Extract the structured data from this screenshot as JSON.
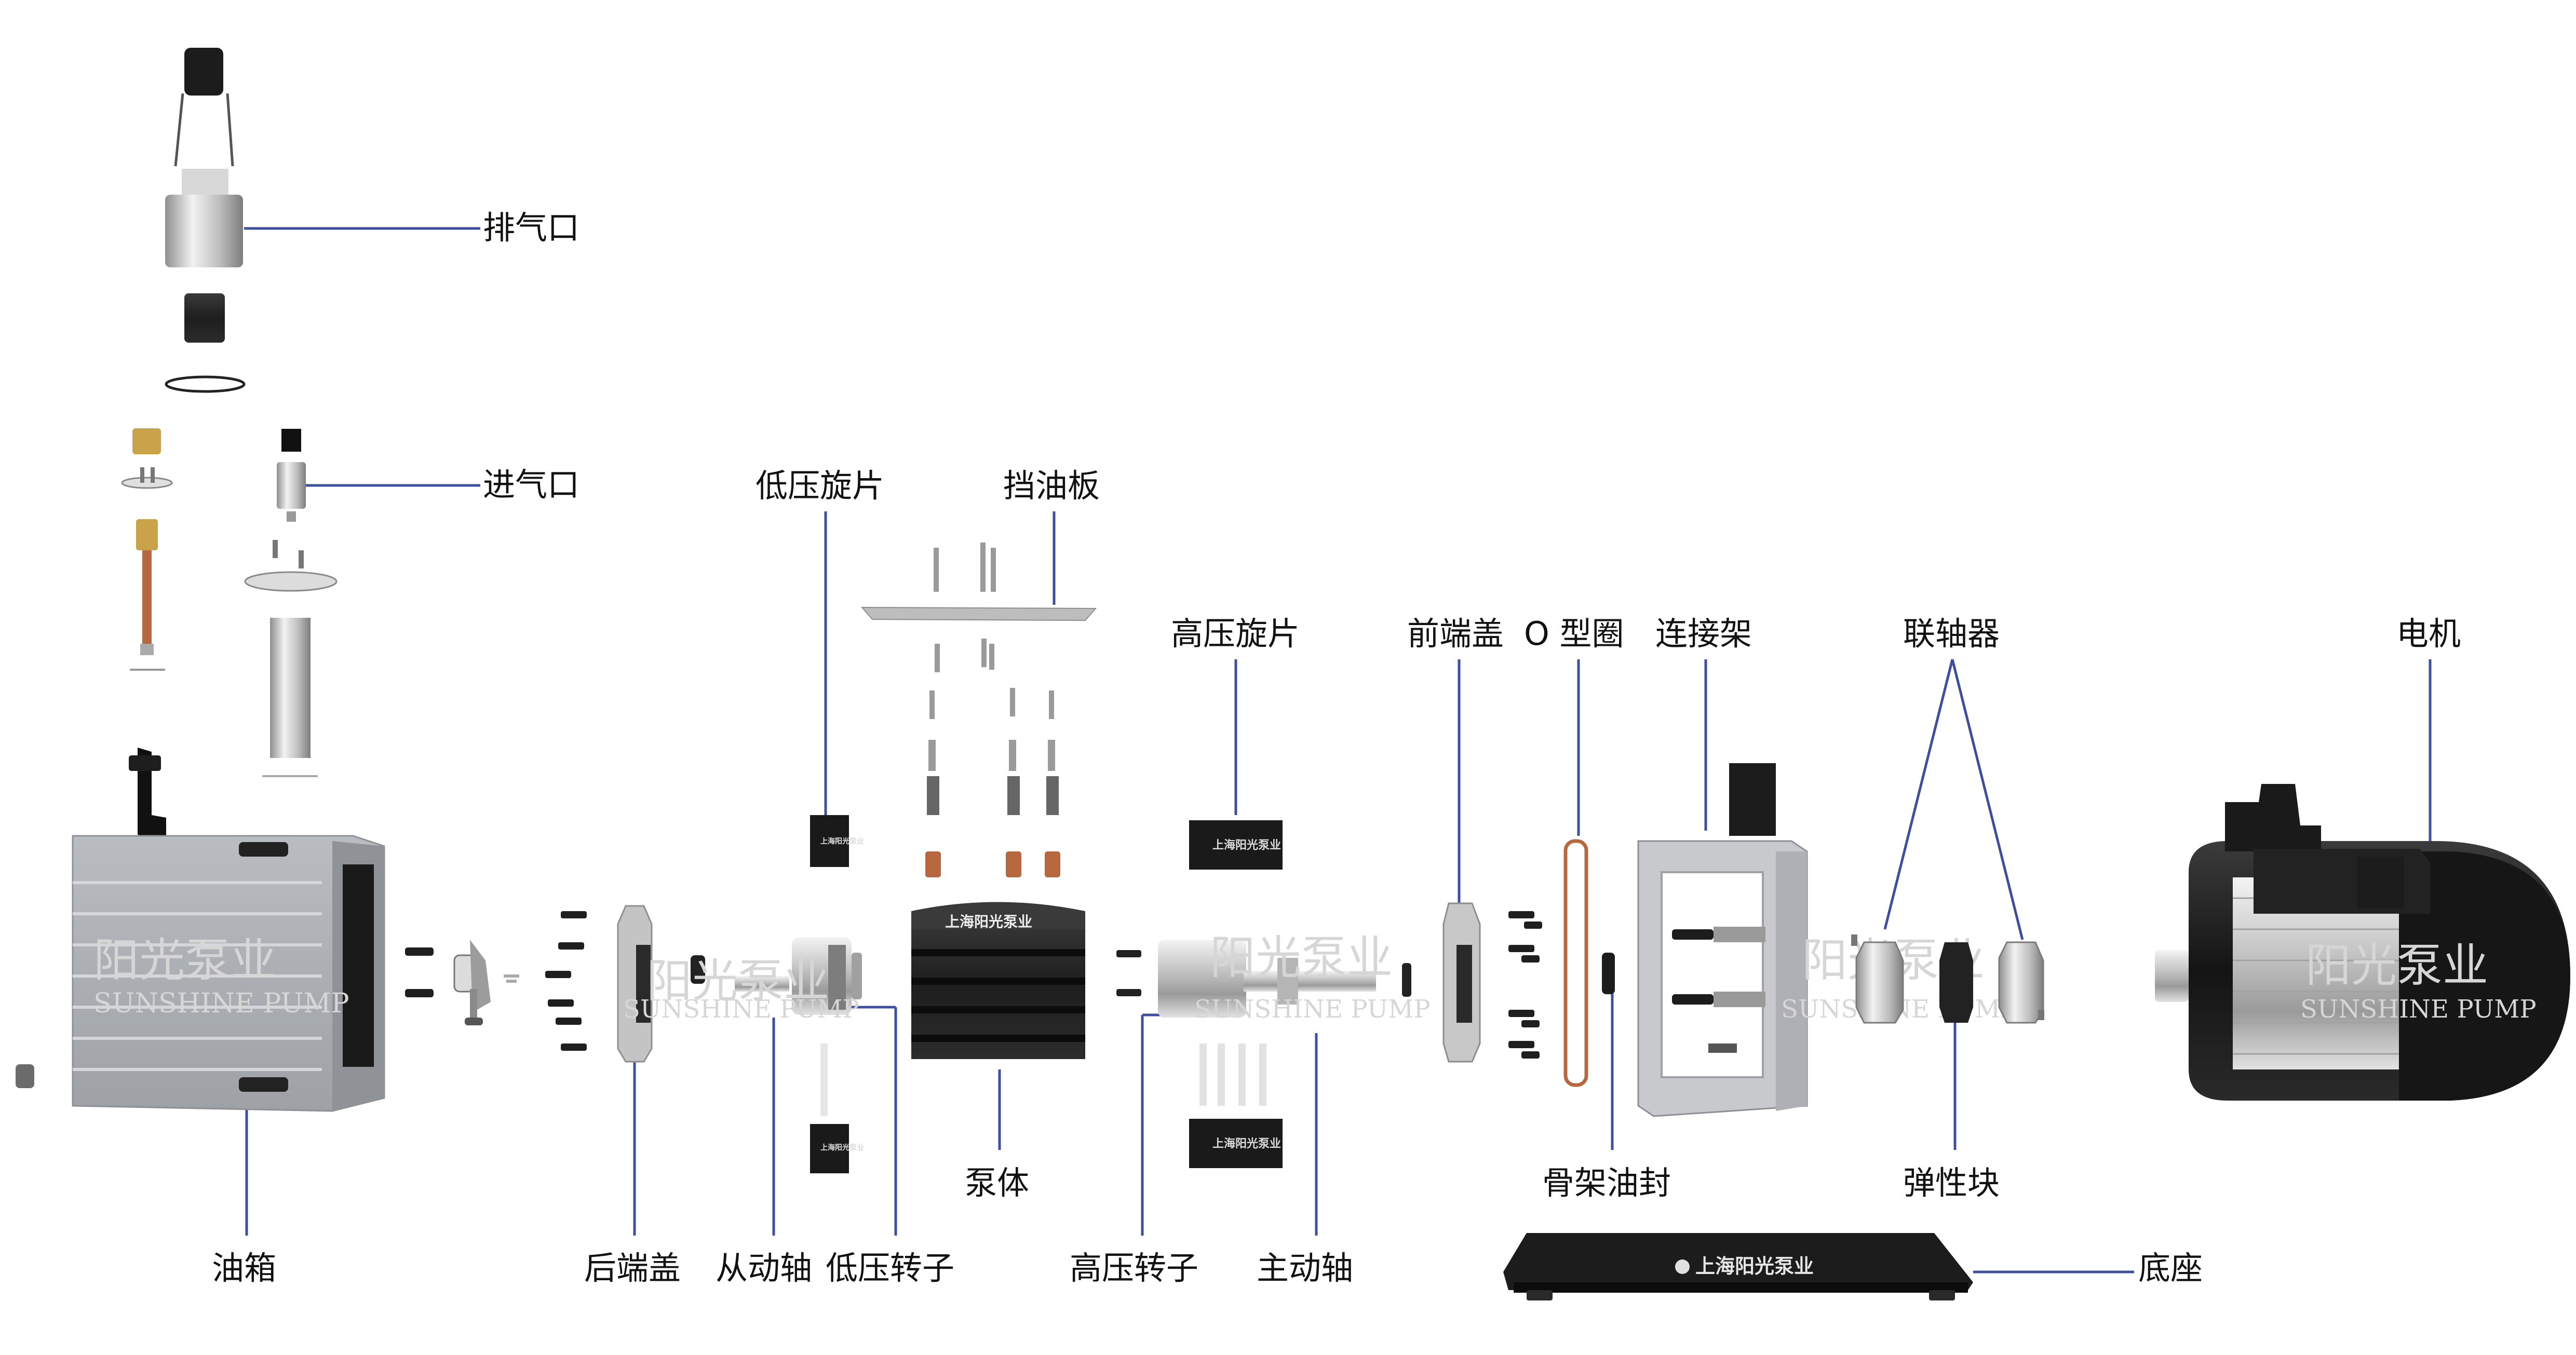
{
  "colors": {
    "leader_line": "#3d4f9e",
    "metal_dark": "#2b2b2b",
    "metal_light": "#d9d9d9",
    "copper": "#b8683f",
    "brass": "#c9a24a",
    "watermark": "#d6d6d6"
  },
  "labels": {
    "exhaust_port": "排气口",
    "intake_port": "进气口",
    "low_pressure_vane": "低压旋片",
    "oil_baffle": "挡油板",
    "high_pressure_vane": "高压旋片",
    "front_end_cover": "前端盖",
    "o_ring": "O 型圈",
    "connecting_frame": "连接架",
    "coupling": "联轴器",
    "motor": "电机",
    "oil_tank": "油箱",
    "rear_end_cover": "后端盖",
    "driven_shaft": "从动轴",
    "low_pressure_rotor": "低压转子",
    "pump_body": "泵体",
    "high_pressure_rotor": "高压转子",
    "main_shaft": "主动轴",
    "skeleton_oil_seal": "骨架油封",
    "elastic_block": "弹性块",
    "base": "底座"
  },
  "watermark": {
    "cn": "阳光泵业",
    "en": "SUNSHINE PUMP"
  },
  "brand": {
    "full": "上海阳光泵业"
  }
}
